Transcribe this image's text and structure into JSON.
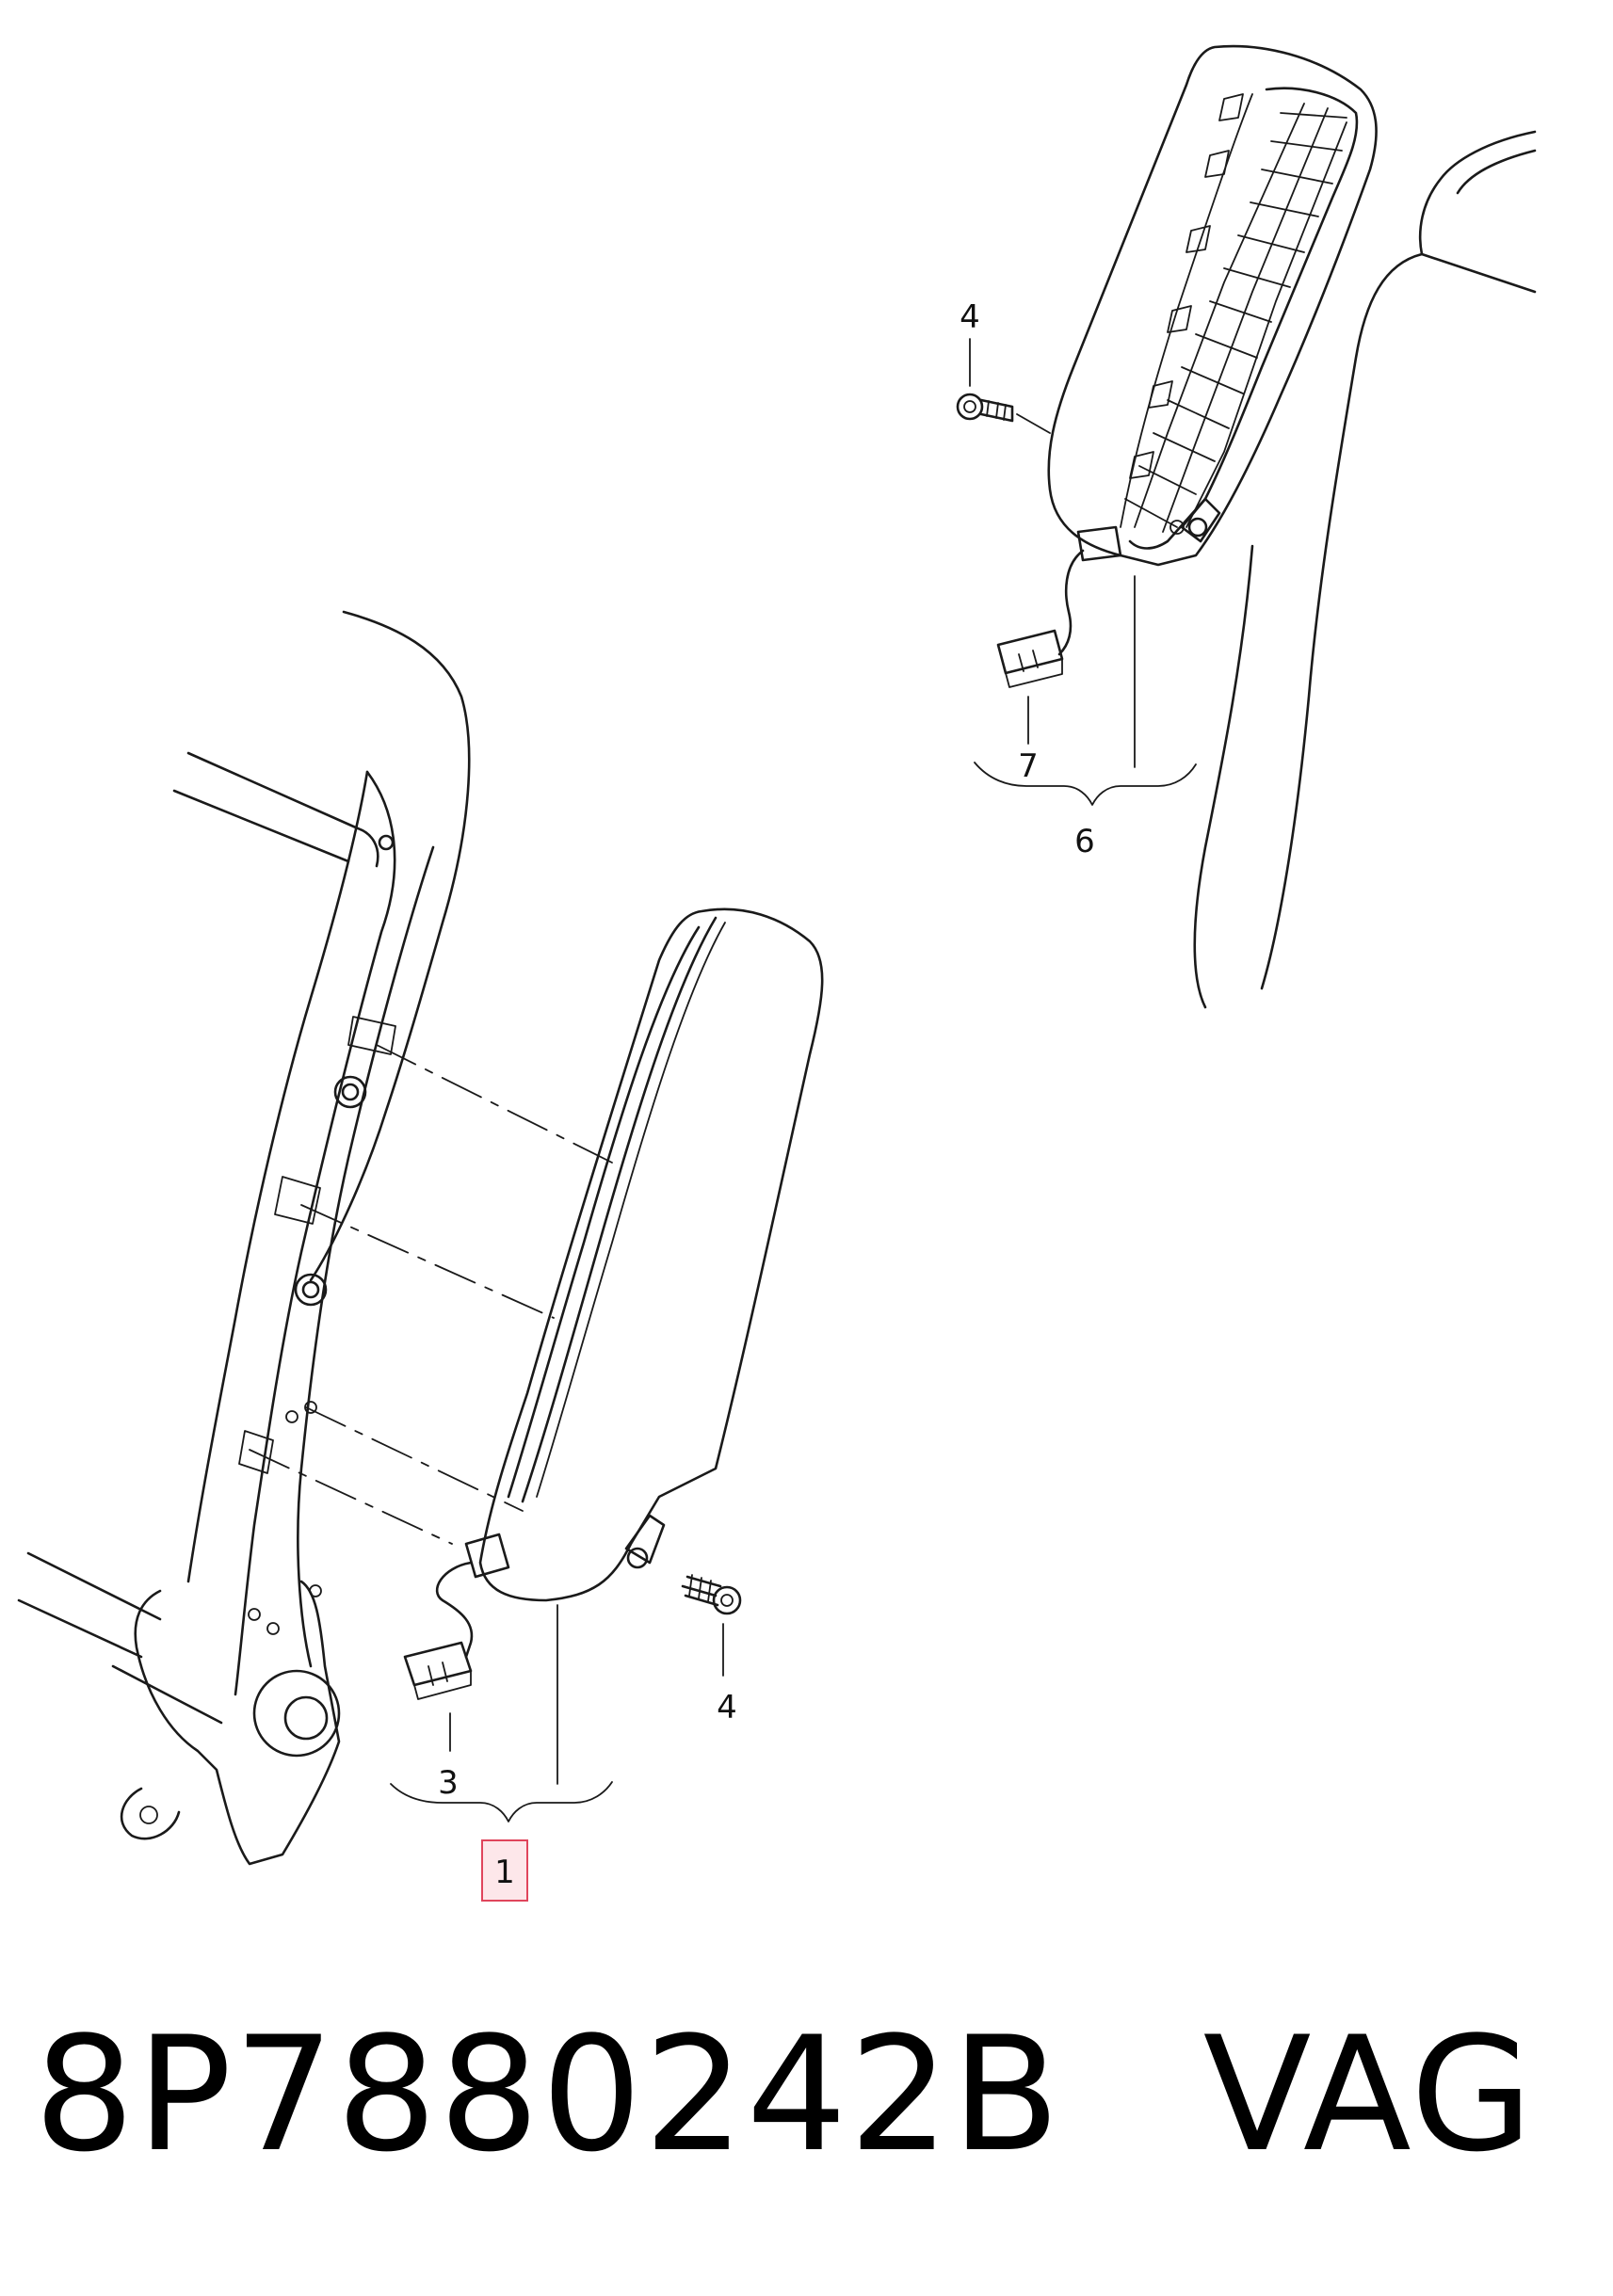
{
  "callouts": {
    "c1": "1",
    "c3": "3",
    "c4_left": "4",
    "c4_right": "4",
    "c6": "6",
    "c7": "7"
  },
  "caption": {
    "part_number": "8P7880242B",
    "brand": "VAG"
  },
  "colors": {
    "line": "#1a1a1a",
    "highlight_fill": "#fde7ea",
    "highlight_border": "#e0455c"
  }
}
